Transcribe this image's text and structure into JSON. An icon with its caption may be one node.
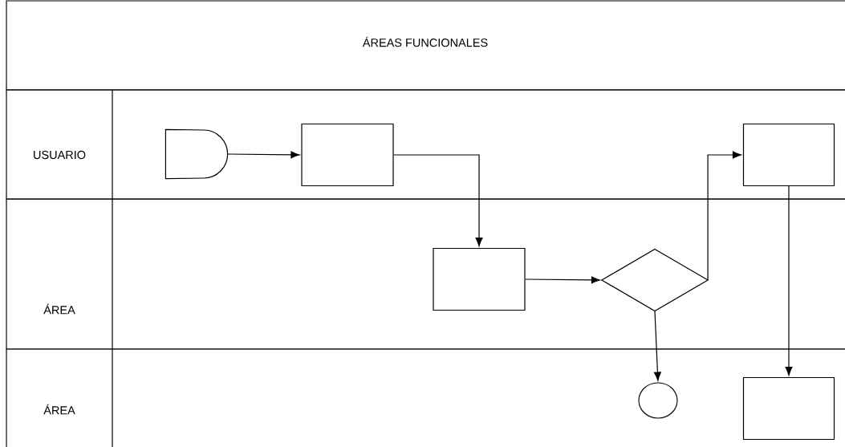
{
  "diagram": {
    "nodes": [
      {
        "text": [
          "ÁREAS FUNCIONALES"
        ]
      },
      {
        "text": [
          "USUARIO"
        ]
      },
      {
        "text": [
          "ÁREA"
        ]
      },
      {
        "text": [
          "ÁREA"
        ]
      },
      {
        "text": [],
        "shape": "delay",
        "in": 1
      },
      {
        "text": [],
        "shape": "box",
        "in": 1
      },
      {
        "text": [],
        "shape": "box",
        "in": 2
      },
      {
        "text": [],
        "shape": "diamond",
        "in": 2
      },
      {
        "text": [],
        "shape": "box",
        "in": 1
      },
      {
        "text": [],
        "shape": "circle",
        "in": 3
      },
      {
        "text": [],
        "shape": "box",
        "in": 3
      }
    ],
    "edges": [
      {
        "from": 4,
        "to": 5,
        "arrow": "to"
      },
      {
        "from": 5,
        "to": 6,
        "arrow": "to"
      },
      {
        "from": 6,
        "to": 7,
        "arrow": "to"
      },
      {
        "from": 7,
        "to": 8,
        "arrow": "to"
      },
      {
        "from": 7,
        "to": 9,
        "arrow": "to"
      },
      {
        "from": 8,
        "to": 10,
        "arrow": "to"
      }
    ]
  }
}
